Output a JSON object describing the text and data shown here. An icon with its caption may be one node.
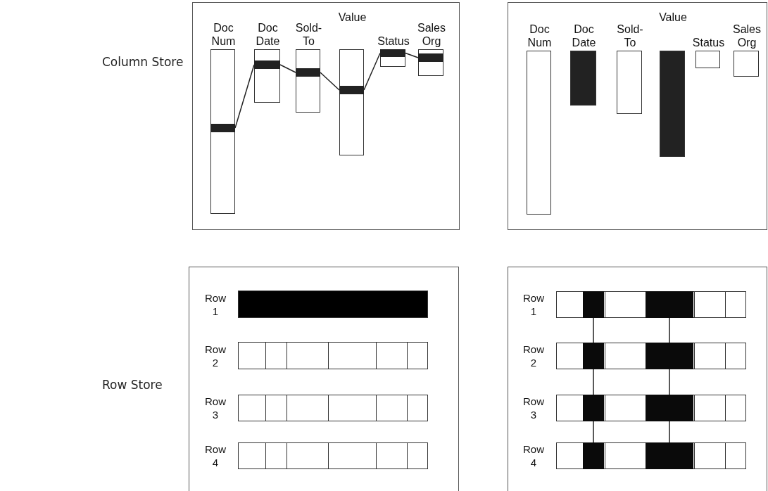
{
  "diagram": {
    "nodes": [
      {
        "text": [],
        "shape": "box"
      },
      {
        "text": [
          "Doc Num"
        ],
        "in": 0
      },
      {
        "text": [],
        "shape": "bar",
        "in": 1
      },
      {
        "text": [
          "Doc Date"
        ],
        "in": 0
      },
      {
        "text": [],
        "shape": "bar",
        "in": 3
      },
      {
        "text": [
          "Sold-To"
        ],
        "in": 0
      },
      {
        "text": [],
        "shape": "bar",
        "in": 5
      },
      {
        "text": [
          "Value"
        ],
        "in": 0
      },
      {
        "text": [],
        "shape": "bar",
        "in": 7
      },
      {
        "text": [
          "Status"
        ],
        "in": 0
      },
      {
        "text": [],
        "shape": "bar",
        "in": 9
      },
      {
        "text": [
          "Sales Org"
        ],
        "in": 0
      },
      {
        "text": [],
        "shape": "bar",
        "in": 11
      },
      {
        "text": [],
        "shape": "box"
      },
      {
        "text": [
          "Doc Num"
        ],
        "in": 13
      },
      {
        "text": [
          "Doc Date"
        ],
        "in": 13
      },
      {
        "text": [
          "Sold-To"
        ],
        "in": 13
      },
      {
        "text": [
          "Value"
        ],
        "in": 13
      },
      {
        "text": [
          "Status"
        ],
        "in": 13
      },
      {
        "text": [
          "Sales Org"
        ],
        "in": 13
      },
      {
        "text": [],
        "shape": "box"
      },
      {
        "text": [
          "Row 1"
        ],
        "in": 20
      },
      {
        "text": [
          "Row 2"
        ],
        "in": 20
      },
      {
        "text": [
          "Row 3"
        ],
        "in": 20
      },
      {
        "text": [
          "Row 4"
        ],
        "in": 20
      },
      {
        "text": [],
        "shape": "box"
      },
      {
        "text": [
          "Row 1"
        ],
        "in": 25
      },
      {
        "text": [],
        "shape": "bar",
        "in": 26
      },
      {
        "text": [],
        "shape": "bar",
        "in": 26
      },
      {
        "text": [
          "Row 2"
        ],
        "in": 25
      },
      {
        "text": [],
        "shape": "bar",
        "in": 29
      },
      {
        "text": [],
        "shape": "bar",
        "in": 29
      },
      {
        "text": [
          "Row 3"
        ],
        "in": 25
      },
      {
        "text": [],
        "shape": "bar",
        "in": 32
      },
      {
        "text": [],
        "shape": "bar",
        "in": 32
      },
      {
        "text": [
          "Row 4"
        ],
        "in": 25
      },
      {
        "text": [],
        "shape": "bar",
        "in": 35
      },
      {
        "text": [],
        "shape": "bar",
        "in": 35
      }
    ],
    "edges": [
      {
        "from": 2,
        "to": 4,
        "arrow": "none"
      },
      {
        "from": 4,
        "to": 6,
        "arrow": "none"
      },
      {
        "from": 6,
        "to": 8,
        "arrow": "none"
      },
      {
        "from": 8,
        "to": 10,
        "arrow": "none"
      },
      {
        "from": 10,
        "to": 12,
        "arrow": "none"
      },
      {
        "from": 27,
        "to": 30,
        "arrow": "none"
      },
      {
        "from": 30,
        "to": 33,
        "arrow": "none"
      },
      {
        "from": 33,
        "to": 36,
        "arrow": "none"
      },
      {
        "from": 28,
        "to": 31,
        "arrow": "none"
      },
      {
        "from": 31,
        "to": 34,
        "arrow": "none"
      },
      {
        "from": 34,
        "to": 37,
        "arrow": "none"
      }
    ],
    "labels": [
      "Column Store",
      "Row Store"
    ]
  }
}
